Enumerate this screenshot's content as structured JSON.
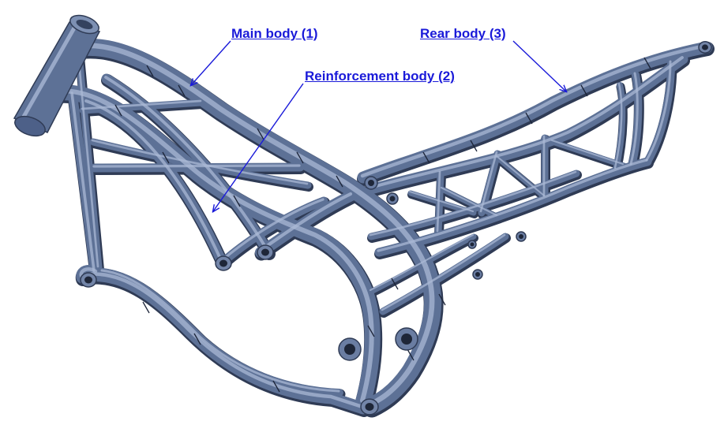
{
  "callouts": {
    "main_body": "Main body (1)",
    "reinforcement_body": "Reinforcement body (2)",
    "rear_body": "Rear body (3)"
  },
  "colors": {
    "tube": "#5d7196",
    "tube_highlight": "#a9b8d4",
    "tube_shadow": "#2f3b55",
    "label": "#1a1ad9"
  }
}
